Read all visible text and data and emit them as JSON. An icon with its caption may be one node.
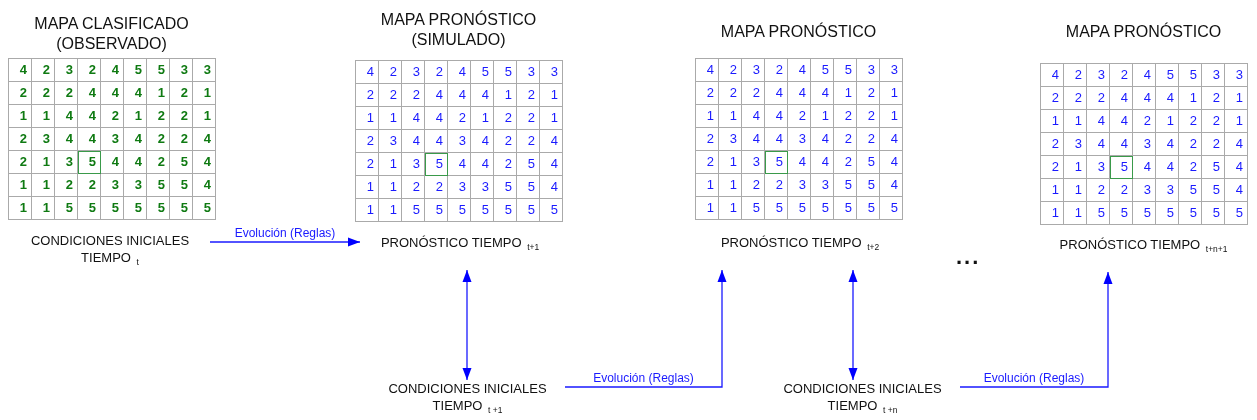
{
  "diagram": {
    "nodes": [
      {
        "text": [
          "MAPA CLASIFICADO (OBSERVADO)"
        ]
      },
      {
        "text": [
          "CONDICIONES INICIALES TIEMPO $_{t}$"
        ]
      },
      {
        "text": [
          "MAPA PRONÓSTICO (SIMULADO)"
        ]
      },
      {
        "text": [
          "PRONÓSTICO TIEMPO $_{t+1}$"
        ]
      },
      {
        "text": [
          "MAPA PRONÓSTICO"
        ]
      },
      {
        "text": [
          "PRONÓSTICO TIEMPO $_{t+2}$"
        ]
      },
      {
        "text": [
          "MAPA PRONÓSTICO"
        ]
      },
      {
        "text": [
          "PRONÓSTICO TIEMPO $_{t+n+1}$"
        ]
      },
      {
        "text": [
          "CONDICIONES INICIALES TIEMPO $_{t +1}$"
        ]
      },
      {
        "text": [
          "CONDICIONES INICIALES TIEMPO $_{t +n}$"
        ]
      }
    ],
    "edges": [
      {
        "from": 1,
        "to": 3,
        "arrow": "to",
        "label": "Evolución (Reglas)"
      },
      {
        "from": 3,
        "to": 8,
        "arrow": "both"
      },
      {
        "from": 8,
        "to": 5,
        "arrow": "to",
        "label": "Evolución (Reglas)"
      },
      {
        "from": 5,
        "to": 9,
        "arrow": "both"
      },
      {
        "from": 9,
        "to": 7,
        "arrow": "to",
        "label": "Evolución (Reglas)"
      }
    ],
    "labels": [
      "4",
      "2",
      "3",
      "2",
      "4",
      "5",
      "5",
      "3",
      "3",
      "2",
      "2",
      "2",
      "4",
      "4",
      "4",
      "1",
      "2",
      "1",
      "1",
      "1",
      "4",
      "4",
      "2",
      "1",
      "2",
      "2",
      "1",
      "2",
      "3",
      "4",
      "4",
      "3",
      "4",
      "2",
      "2",
      "4",
      "2",
      "1",
      "3",
      "5",
      "4",
      "4",
      "2",
      "5",
      "4",
      "1",
      "1",
      "2",
      "2",
      "3",
      "3",
      "5",
      "5",
      "4",
      "1",
      "1",
      "5",
      "5",
      "5",
      "5",
      "5",
      "5",
      "5",
      "4",
      "2",
      "3",
      "2",
      "4",
      "5",
      "5",
      "3",
      "3",
      "2",
      "2",
      "2",
      "4",
      "4",
      "4",
      "1",
      "2",
      "1",
      "1",
      "1",
      "4",
      "4",
      "2",
      "1",
      "2",
      "2",
      "1",
      "2",
      "3",
      "4",
      "4",
      "3",
      "4",
      "2",
      "2",
      "4",
      "2",
      "1",
      "3",
      "5",
      "4",
      "4",
      "2",
      "5",
      "4",
      "1",
      "1",
      "2",
      "2",
      "3",
      "3",
      "5",
      "5",
      "4",
      "1",
      "1",
      "5",
      "5",
      "5",
      "5",
      "5",
      "5",
      "5",
      "4",
      "2",
      "3",
      "2",
      "4",
      "5",
      "5",
      "3",
      "3",
      "2",
      "2",
      "2",
      "4",
      "4",
      "4",
      "1",
      "2",
      "1",
      "1",
      "1",
      "4",
      "4",
      "2",
      "1",
      "2",
      "2",
      "1",
      "2",
      "3",
      "4",
      "4",
      "3",
      "4",
      "2",
      "2",
      "4",
      "2",
      "1",
      "3",
      "5",
      "4",
      "4",
      "2",
      "5",
      "4",
      "1",
      "1",
      "2",
      "2",
      "3",
      "3",
      "5",
      "5",
      "4",
      "1",
      "1",
      "5",
      "5",
      "5",
      "5",
      "5",
      "5",
      "5",
      "4",
      "2",
      "3",
      "2",
      "4",
      "5",
      "5",
      "3",
      "3",
      "2",
      "2",
      "2",
      "4",
      "4",
      "4",
      "1",
      "2",
      "1",
      "1",
      "1",
      "4",
      "4",
      "2",
      "1",
      "2",
      "2",
      "1",
      "2",
      "3",
      "4",
      "4",
      "3",
      "4",
      "2",
      "2",
      "4",
      "2",
      "1",
      "3",
      "5",
      "4",
      "4",
      "2",
      "5",
      "4",
      "1",
      "1",
      "2",
      "2",
      "3",
      "3",
      "5",
      "5",
      "4",
      "1",
      "1",
      "5",
      "5",
      "5",
      "5",
      "5",
      "5",
      "5",
      "..."
    ]
  }
}
